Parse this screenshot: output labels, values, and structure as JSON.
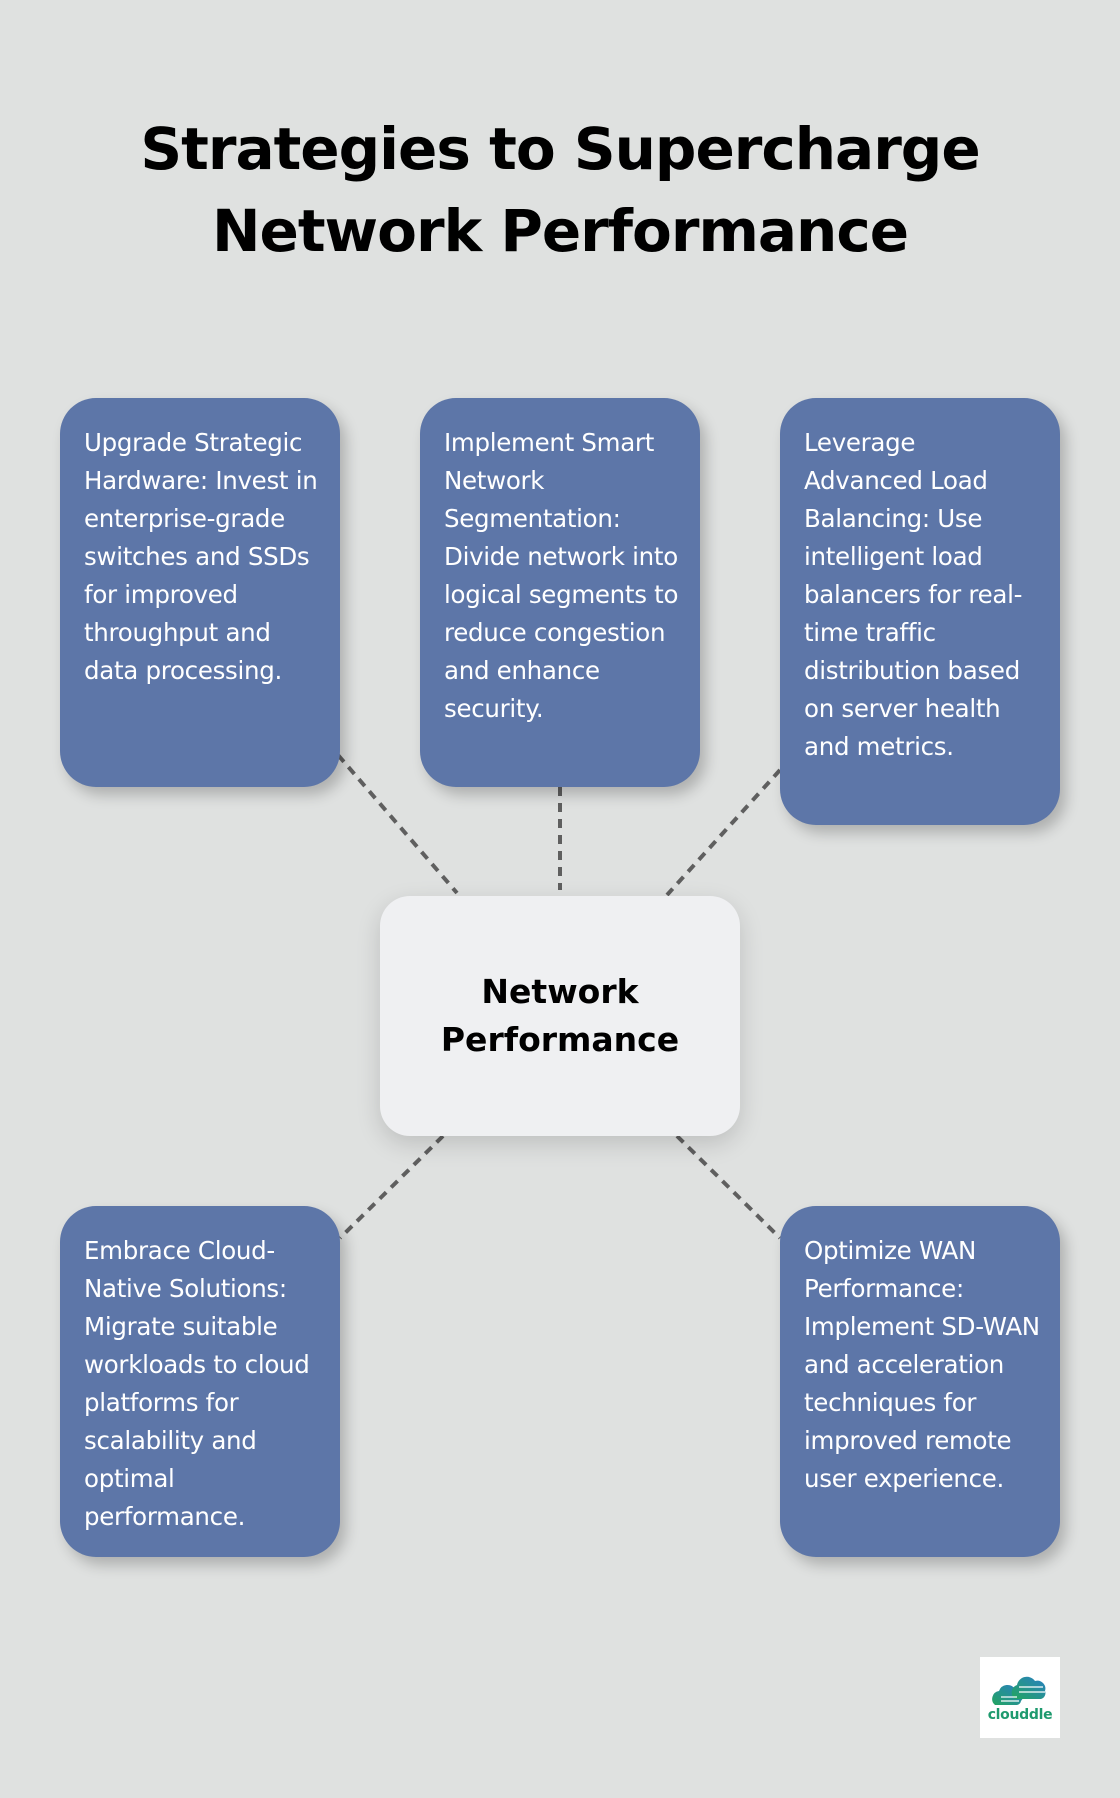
{
  "title": {
    "line1": "Strategies to Supercharge",
    "line2": "Network Performance"
  },
  "center": {
    "line1": "Network",
    "line2": "Performance"
  },
  "nodes": [
    {
      "text": "Upgrade Strategic Hardware: Invest in enterprise-grade switches and SSDs for improved throughput and data processing."
    },
    {
      "text": "Implement Smart Network Segmentation: Divide network into logical segments to reduce congestion and enhance security."
    },
    {
      "text": "Leverage Advanced Load Balancing: Use intelligent load balancers for real-time traffic distribution based on server health and metrics."
    },
    {
      "text": "Embrace Cloud-Native Solutions: Migrate suitable workloads to cloud platforms for scalability and optimal performance."
    },
    {
      "text": "Optimize WAN Performance: Implement SD-WAN and acceleration techniques for improved remote user experience."
    }
  ],
  "logo": {
    "text": "clouddle",
    "icon": "cloud-icon"
  },
  "colors": {
    "background": "#dfe1e0",
    "node_fill": "#5d76a8",
    "center_fill": "#eff0f2",
    "connector": "#5f5f5f",
    "logo_green": "#1e9a6e",
    "logo_blue": "#2a7fc4"
  }
}
